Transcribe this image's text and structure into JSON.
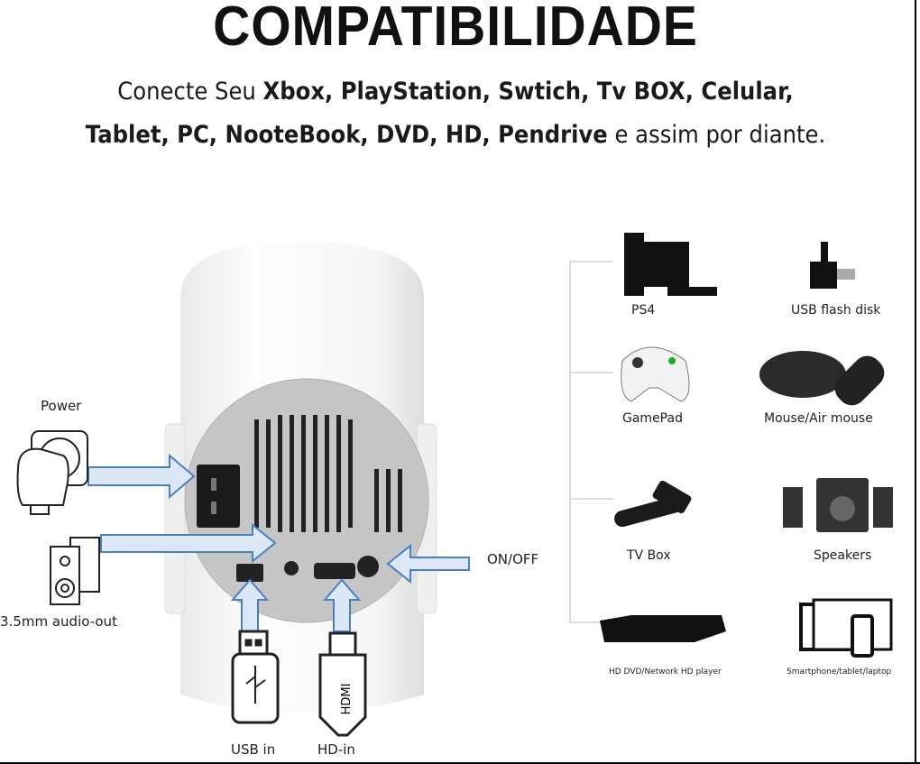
{
  "title": "COMPATIBILIDADE",
  "subtitle": {
    "line1": [
      {
        "t": "Conecte Seu ",
        "b": false
      },
      {
        "t": "Xbox, PlayStation, Swtich, Tv BOX,  Celular,",
        "b": true
      }
    ],
    "line2": [
      {
        "t": "Tablet, PC, NooteBook, DVD, HD, Pendrive",
        "b": true
      },
      {
        "t": " e assim por diante.",
        "b": false
      }
    ]
  },
  "ports": {
    "power": "Power",
    "audio": "3.5mm audio-out",
    "onoff": "ON/OFF",
    "usb": "USB in",
    "hdmi": "HD-in",
    "hdmi_plug_text": "HDMI"
  },
  "devices": [
    {
      "label": "PS4",
      "icon": "console-icon"
    },
    {
      "label": "USB flash disk",
      "icon": "usb-flash-icon"
    },
    {
      "label": "GamePad",
      "icon": "gamepad-icon"
    },
    {
      "label": "Mouse/Air mouse",
      "icon": "mouse-icon"
    },
    {
      "label": "TV Box",
      "icon": "tv-stick-icon"
    },
    {
      "label": "Speakers",
      "icon": "speakers-icon"
    },
    {
      "label": "HD DVD/Network HD player",
      "icon": "dvd-player-icon"
    },
    {
      "label": "Smartphone/tablet/laptop",
      "icon": "devices-icon"
    }
  ],
  "colors": {
    "arrow": "#4a7fc1",
    "arrow_fill": "#dce8f5",
    "panel": "#c9c9c9"
  }
}
